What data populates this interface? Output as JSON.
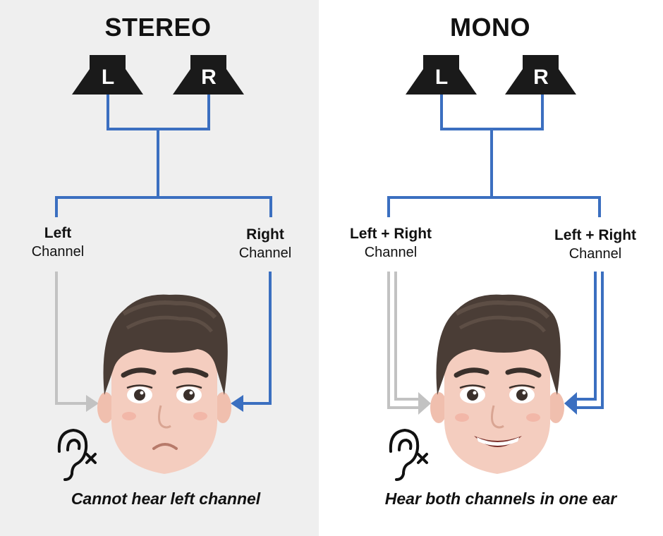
{
  "stereo": {
    "title": "STEREO",
    "speaker_left": "L",
    "speaker_right": "R",
    "left_channel": {
      "bold": "Left",
      "normal": "Channel"
    },
    "right_channel": {
      "bold": "Right",
      "normal": "Channel"
    },
    "caption": "Cannot hear left channel",
    "left_arrow_color": "#c2c2c2",
    "right_arrow_color": "#3b6fc0"
  },
  "mono": {
    "title": "MONO",
    "speaker_left": "L",
    "speaker_right": "R",
    "left_channel": {
      "bold": "Left + Right",
      "normal": "Channel"
    },
    "right_channel": {
      "bold": "Left + Right",
      "normal": "Channel"
    },
    "caption": "Hear both channels in one ear",
    "left_arrow_color": "#c2c2c2",
    "right_arrow_color": "#3b6fc0"
  },
  "colors": {
    "wire": "#3b6fc0",
    "speaker": "#1a1a1a",
    "hair": "#4a3d36",
    "skin": "#f4cdbf",
    "stereo_bg": "#efefef"
  }
}
